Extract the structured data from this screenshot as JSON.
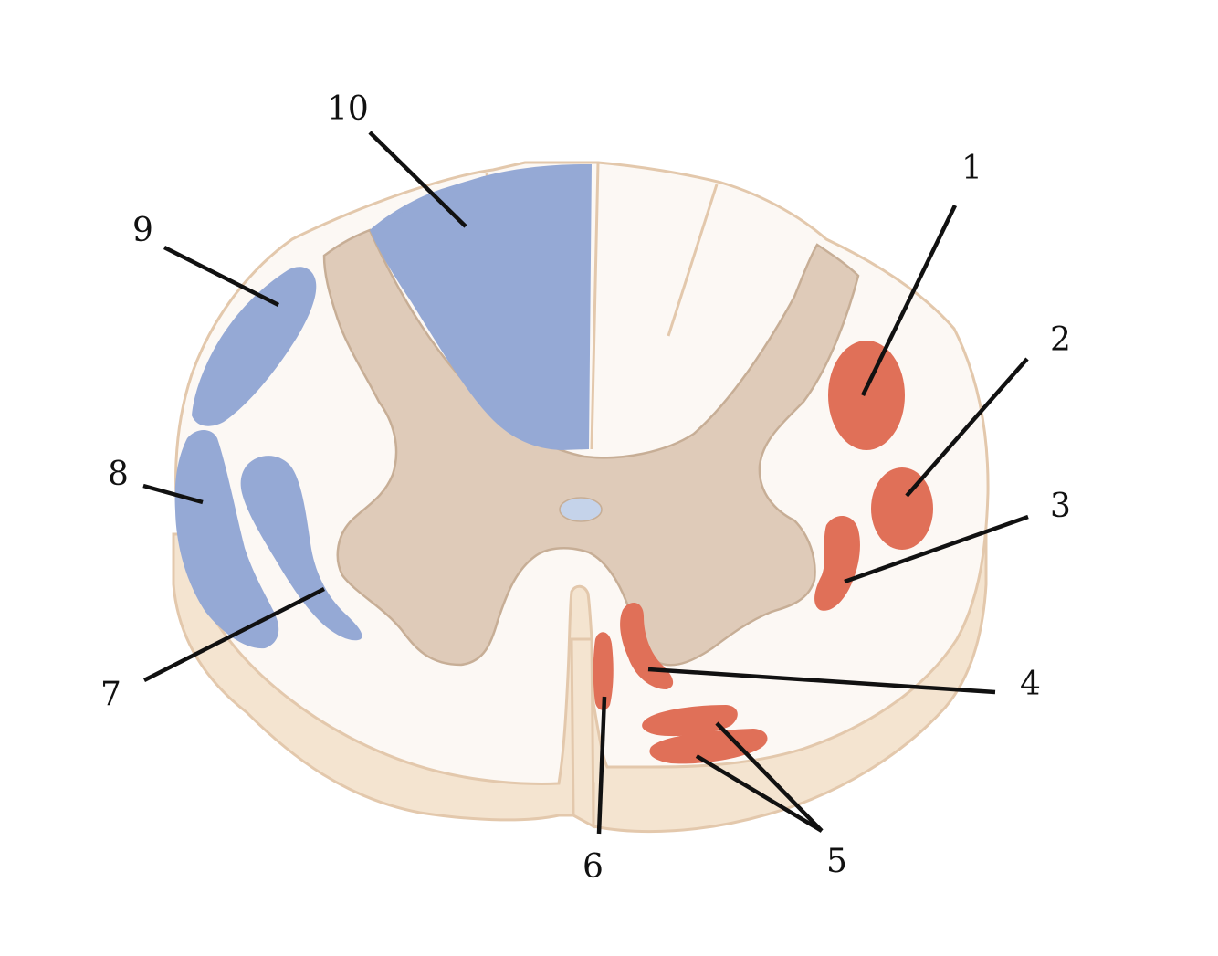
{
  "colors": {
    "background": "#ffffff",
    "white_matter": "#fcf8f4",
    "section_side": "#f4e4d0",
    "outline": "#e3c8ac",
    "grey_matter": "#dfcbb9",
    "grey_matter_edge": "#c7ae96",
    "central_canal": "#c5d3ea",
    "ascending_tract": "#95a9d5",
    "descending_tract": "#e07058",
    "leader_line": "#111111",
    "label_text": "#111111"
  },
  "labels": {
    "l1": "1",
    "l2": "2",
    "l3": "3",
    "l4": "4",
    "l5": "5",
    "l6": "6",
    "l7": "7",
    "l8": "8",
    "l9": "9",
    "l10": "10"
  }
}
